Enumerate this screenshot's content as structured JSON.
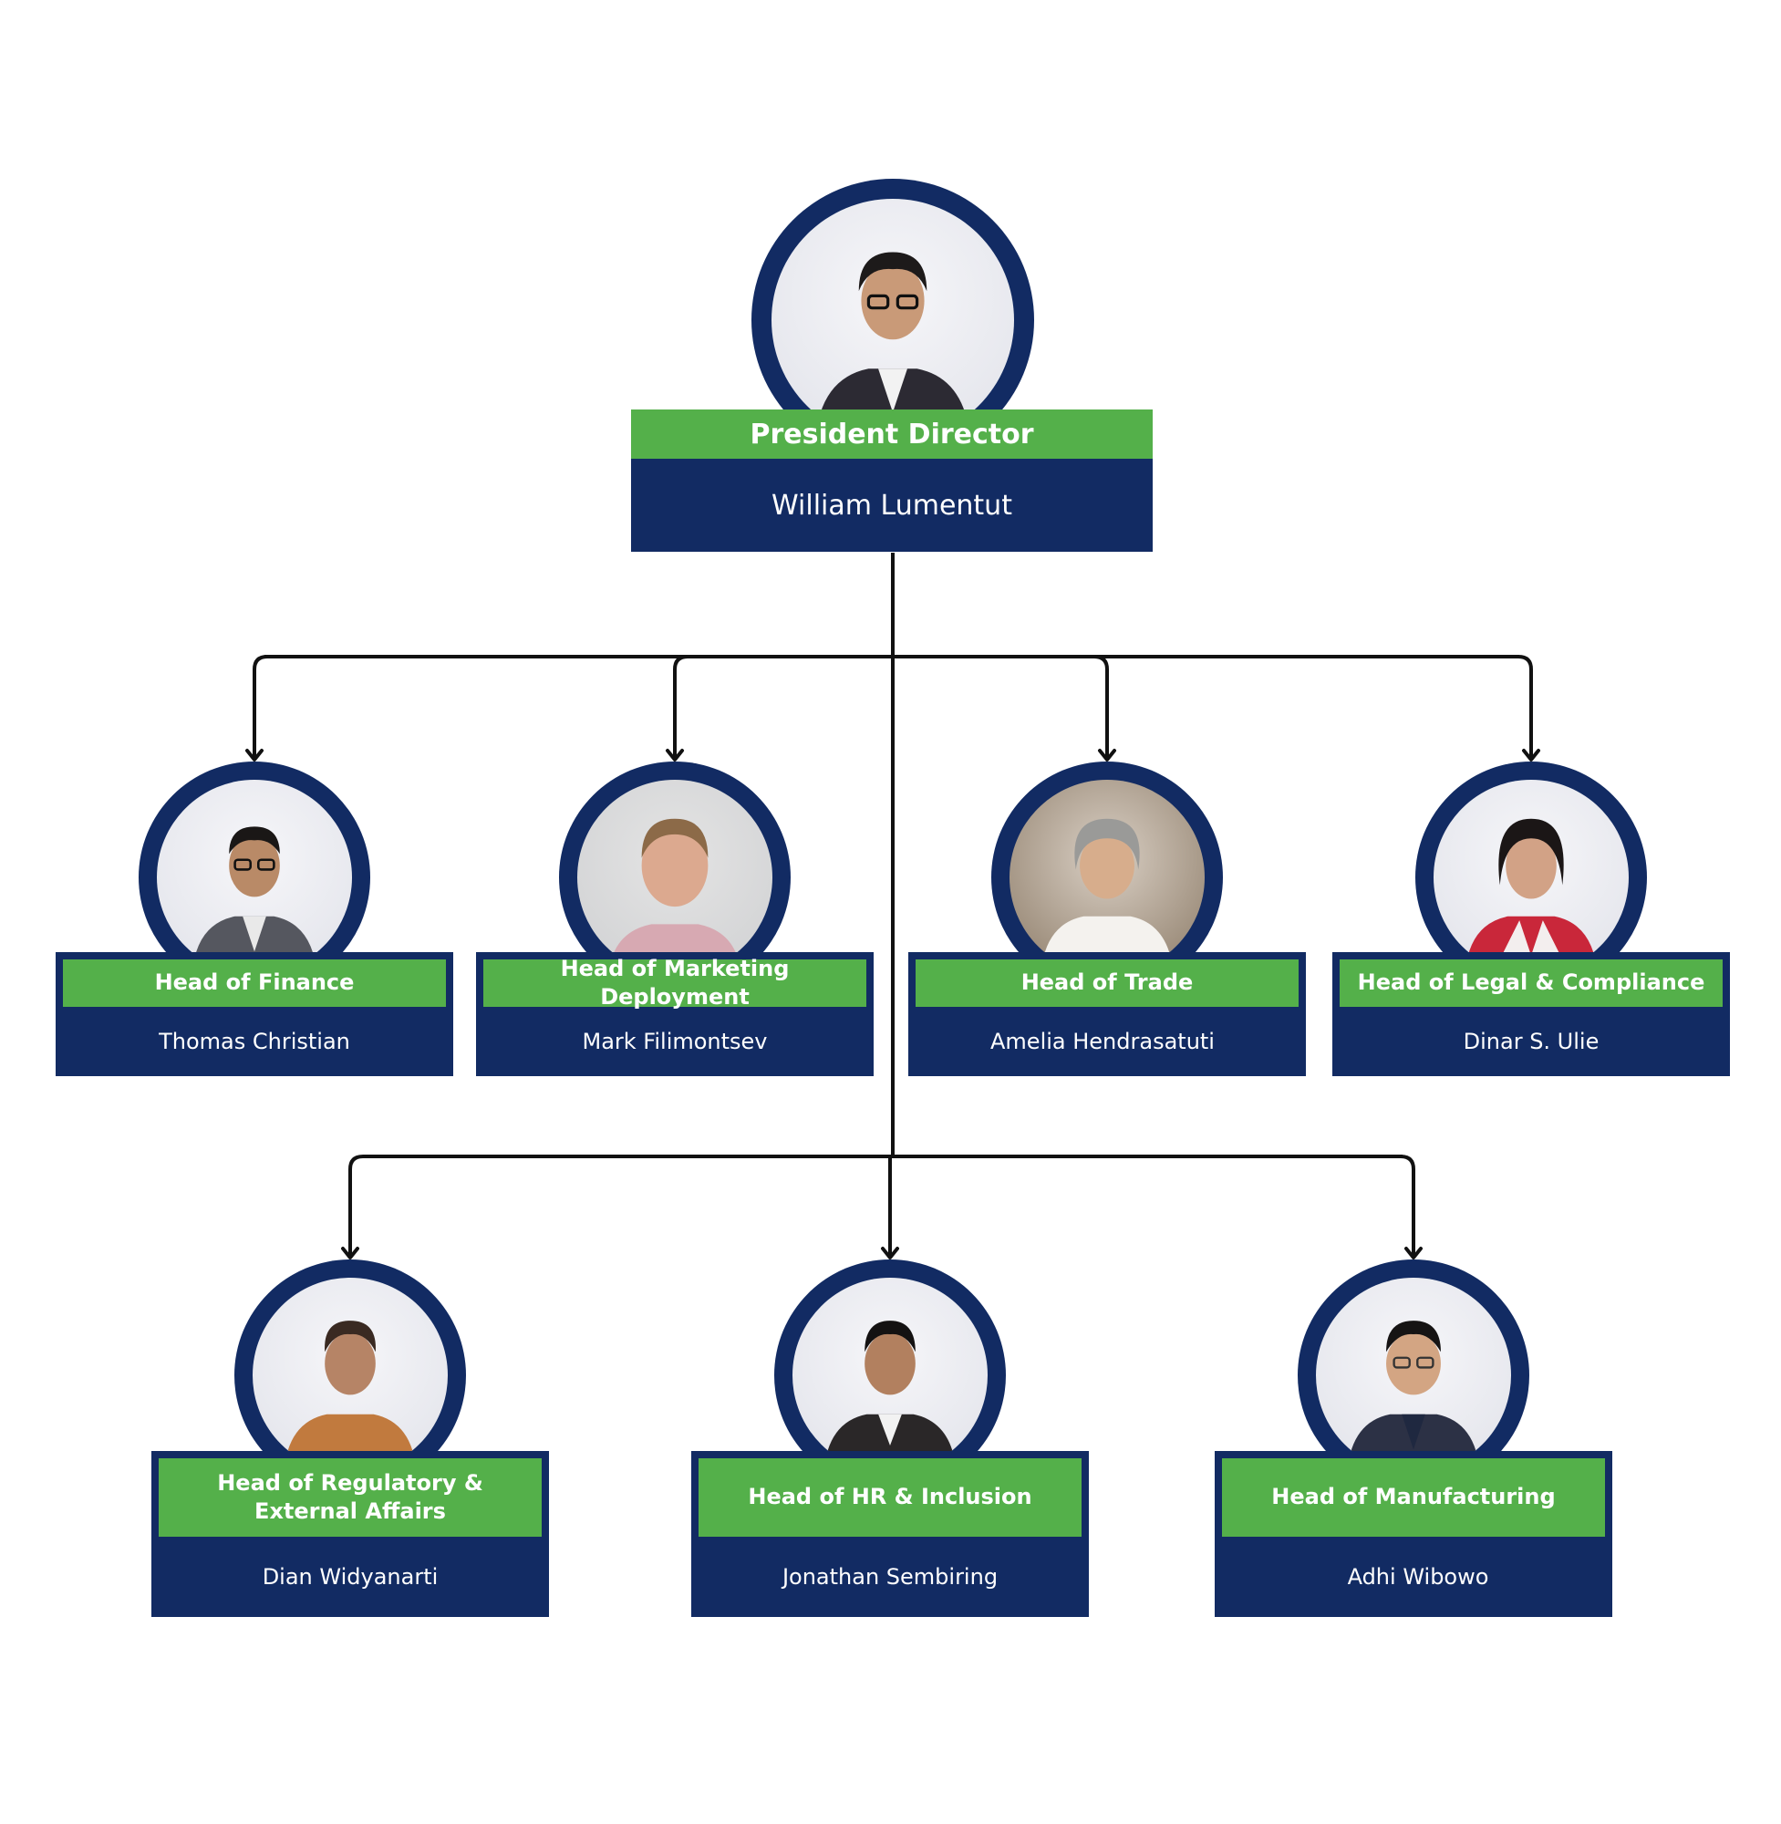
{
  "colors": {
    "navy": "#122b63",
    "green": "#54b04a",
    "connector": "#111111",
    "background": "#ffffff"
  },
  "root": {
    "title": "President Director",
    "name": "William Lumentut",
    "portrait": "portrait-photo-man-glasses-dark-suit"
  },
  "row1": [
    {
      "title": "Head of Finance",
      "name": "Thomas Christian",
      "portrait": "portrait-photo-man-glasses-grey-suit"
    },
    {
      "title": "Head of Marketing Deployment",
      "name": "Mark Filimontsev",
      "portrait": "portrait-photo-man-blond-pink-shirt"
    },
    {
      "title": "Head of Trade",
      "name": "Amelia Hendrasatuti",
      "portrait": "portrait-photo-woman-grey-hair-white-shirt"
    },
    {
      "title": "Head of Legal & Compliance",
      "name": "Dinar S. Ulie",
      "portrait": "portrait-photo-woman-red-scarf"
    }
  ],
  "row2": [
    {
      "title": "Head of Regulatory &\nExternal Affairs",
      "name": "Dian Widyanarti",
      "portrait": "portrait-photo-woman-batik"
    },
    {
      "title": "Head of HR & Inclusion",
      "name": "Jonathan Sembiring",
      "portrait": "portrait-photo-man-dark-jacket"
    },
    {
      "title": "Head of Manufacturing",
      "name": "Adhi Wibowo",
      "portrait": "portrait-photo-man-glasses-navy-jacket"
    }
  ]
}
